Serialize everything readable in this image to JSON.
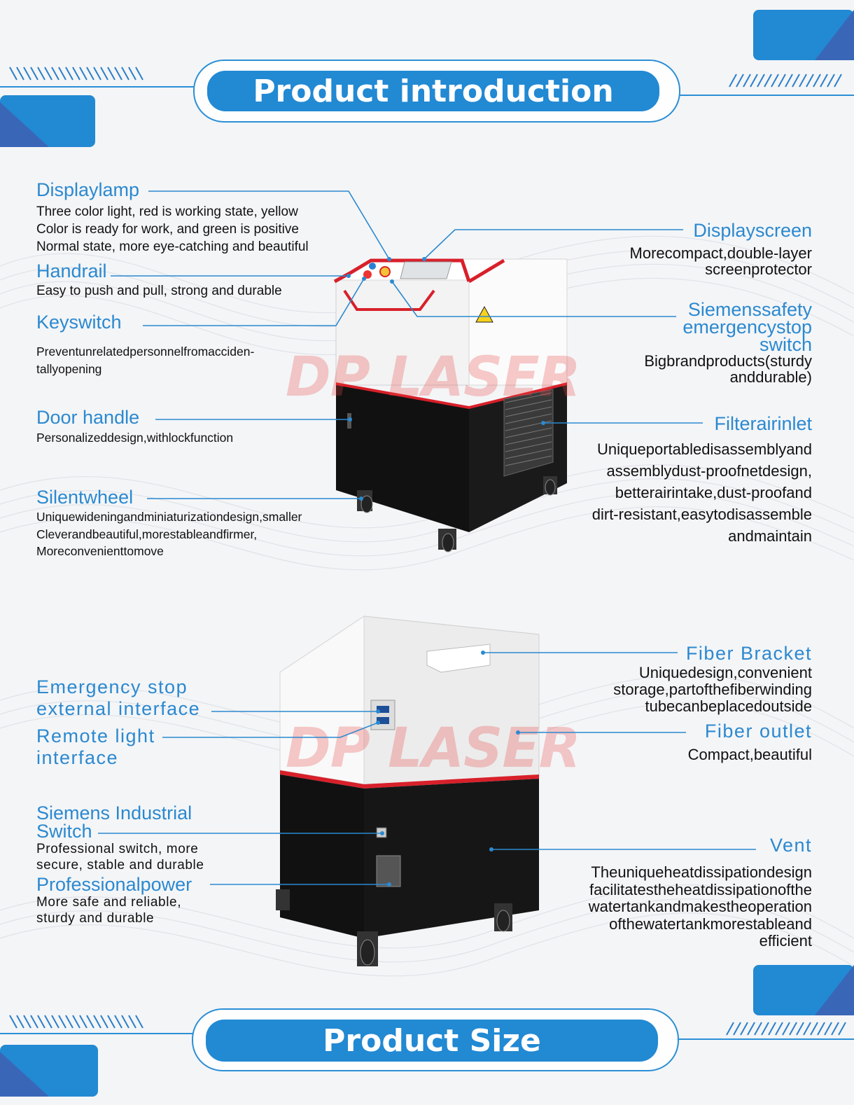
{
  "brand": {
    "watermark": "DP LASER",
    "accent": "#2289d3",
    "stripe": "#d8202a"
  },
  "header": {
    "title": "Product introduction"
  },
  "footer": {
    "title": "Product Size"
  },
  "front": {
    "display_lamp": {
      "title": "Displaylamp",
      "lines": [
        "Three color light, red is working state, yellow",
        "Color is ready for work, and green is positive",
        "Normal state, more eye-catching and beautiful"
      ]
    },
    "handrail": {
      "title": "Handrail",
      "lines": [
        "Easy to push and pull, strong and durable"
      ]
    },
    "key_switch": {
      "title": "Keyswitch",
      "lines": [
        "Preventunrelatedpersonnelfromacciden-",
        "tallyopening"
      ]
    },
    "door_handle": {
      "title": "Door handle",
      "lines": [
        "Personalizeddesign,withlockfunction"
      ]
    },
    "silent_wheel": {
      "title": "Silentwheel",
      "lines": [
        "Uniquewideningandminiaturizationdesign,smaller",
        "Cleverandbeautiful,morestableandfirmer,",
        "Moreconvenienttomove"
      ]
    },
    "display_screen": {
      "title": "Displayscreen",
      "lines": [
        "Morecompact,double-layer",
        "screenprotector"
      ]
    },
    "emergency_stop": {
      "title_lines": [
        "Siemenssafety",
        "emergencystop",
        "switch"
      ],
      "lines": [
        "Bigbrandproducts(sturdy",
        "anddurable)"
      ]
    },
    "filter_air_inlet": {
      "title": "Filterairinlet",
      "lines": [
        "Uniqueportabledisassemblyand",
        "assemblydust-proofnetdesign,",
        "betterairintake,dust-proofand",
        "dirt-resistant,easytodisassemble",
        "andmaintain"
      ]
    }
  },
  "back": {
    "emergency_interface": {
      "title_lines": [
        "Emergency stop",
        "external interface"
      ]
    },
    "remote_light": {
      "title_lines": [
        "Remote light",
        "interface"
      ]
    },
    "industrial_switch": {
      "title_lines": [
        "Siemens Industrial",
        "Switch"
      ],
      "lines": [
        "Professional switch, more",
        "secure, stable and durable"
      ]
    },
    "power": {
      "title": "Professionalpower",
      "lines": [
        "More safe and reliable,",
        "sturdy and durable"
      ]
    },
    "fiber_bracket": {
      "title": "Fiber Bracket",
      "lines": [
        "Uniquedesign,convenient",
        "storage,partofthefiberwinding",
        "tubecanbeplacedoutside"
      ]
    },
    "fiber_outlet": {
      "title": "Fiber outlet",
      "lines": [
        "Compact,beautiful"
      ]
    },
    "vent": {
      "title": "Vent",
      "lines": [
        "Theuniqueheatdissipationdesign",
        "facilitatestheheatdissipationofthe",
        "watertankandmakestheoperation",
        "ofthewatertankmorestableand",
        "efficient"
      ]
    }
  }
}
